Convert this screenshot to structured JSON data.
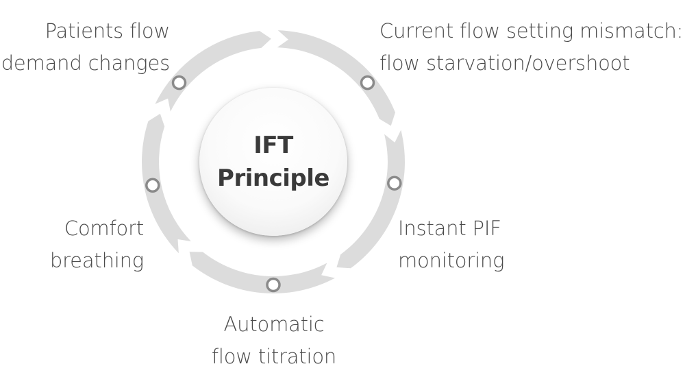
{
  "center": {
    "line1": "IFT",
    "line2": "Principle"
  },
  "steps": [
    {
      "line1": "Current flow setting mismatch:",
      "line2": "flow starvation/overshoot"
    },
    {
      "line1": "Instant PIF",
      "line2": "monitoring"
    },
    {
      "line1": "Automatic",
      "line2": "flow titration"
    },
    {
      "line1": "Comfort",
      "line2": "breathing"
    },
    {
      "line1": "Patients flow",
      "line2": "demand changes"
    }
  ],
  "colors": {
    "ring": "#dcdcdc",
    "node_stroke": "#8a8a8a",
    "text": "#4a4a4a"
  }
}
